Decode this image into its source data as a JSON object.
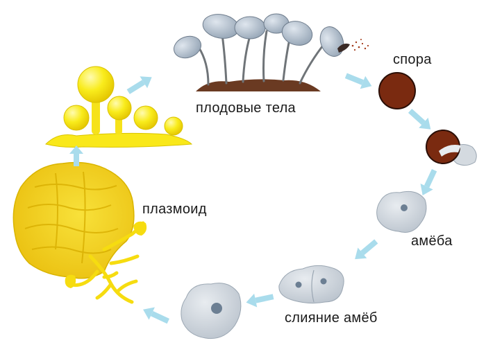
{
  "labels": {
    "fruiting_bodies": "плодовые тела",
    "spore": "спора",
    "amoeba": "амёба",
    "amoeba_fusion": "слияние амёб",
    "plasmodium": "плазмоид"
  },
  "colors": {
    "arrow": "#a9dcec",
    "plasmodium_fill": "#f2d21e",
    "plasmodium_edge": "#d9b400",
    "young_sporangia": "#f9ef1a",
    "sporangia_fill": "#aab7c6",
    "stalk": "#6f7478",
    "soil": "#6a3a22",
    "spore_fill": "#7a2a10",
    "amoeba_fill": "#c5ccd4",
    "nucleus": "#6c7f93"
  }
}
